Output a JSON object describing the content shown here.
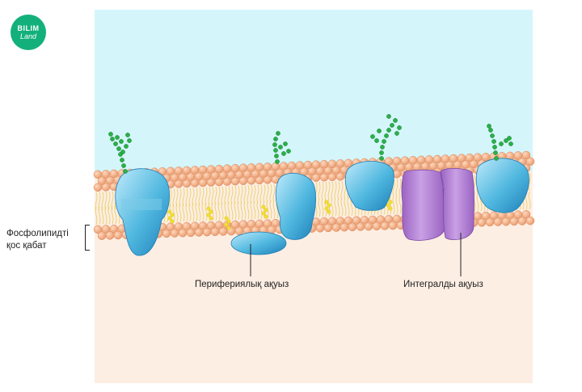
{
  "logo": {
    "line1": "BILIM",
    "line2": "Land"
  },
  "labels": {
    "bilayer": {
      "line1": "Фосфолипидті",
      "line2": "қос қабат"
    },
    "peripheral": "Перифериялық ақуыз",
    "integral": "Интегралды ақуыз"
  },
  "colors": {
    "extracellular": "#d4f6fb",
    "cytoplasm": "#fdeee3",
    "lipid_head": "#f6b48e",
    "lipid_tail": "#f3e29a",
    "glycoprotein": "#4fb7df",
    "integral_protein": "#b886d6",
    "carbohydrate_chain": "#2bb04a",
    "cholesterol": "#f5e02a"
  }
}
